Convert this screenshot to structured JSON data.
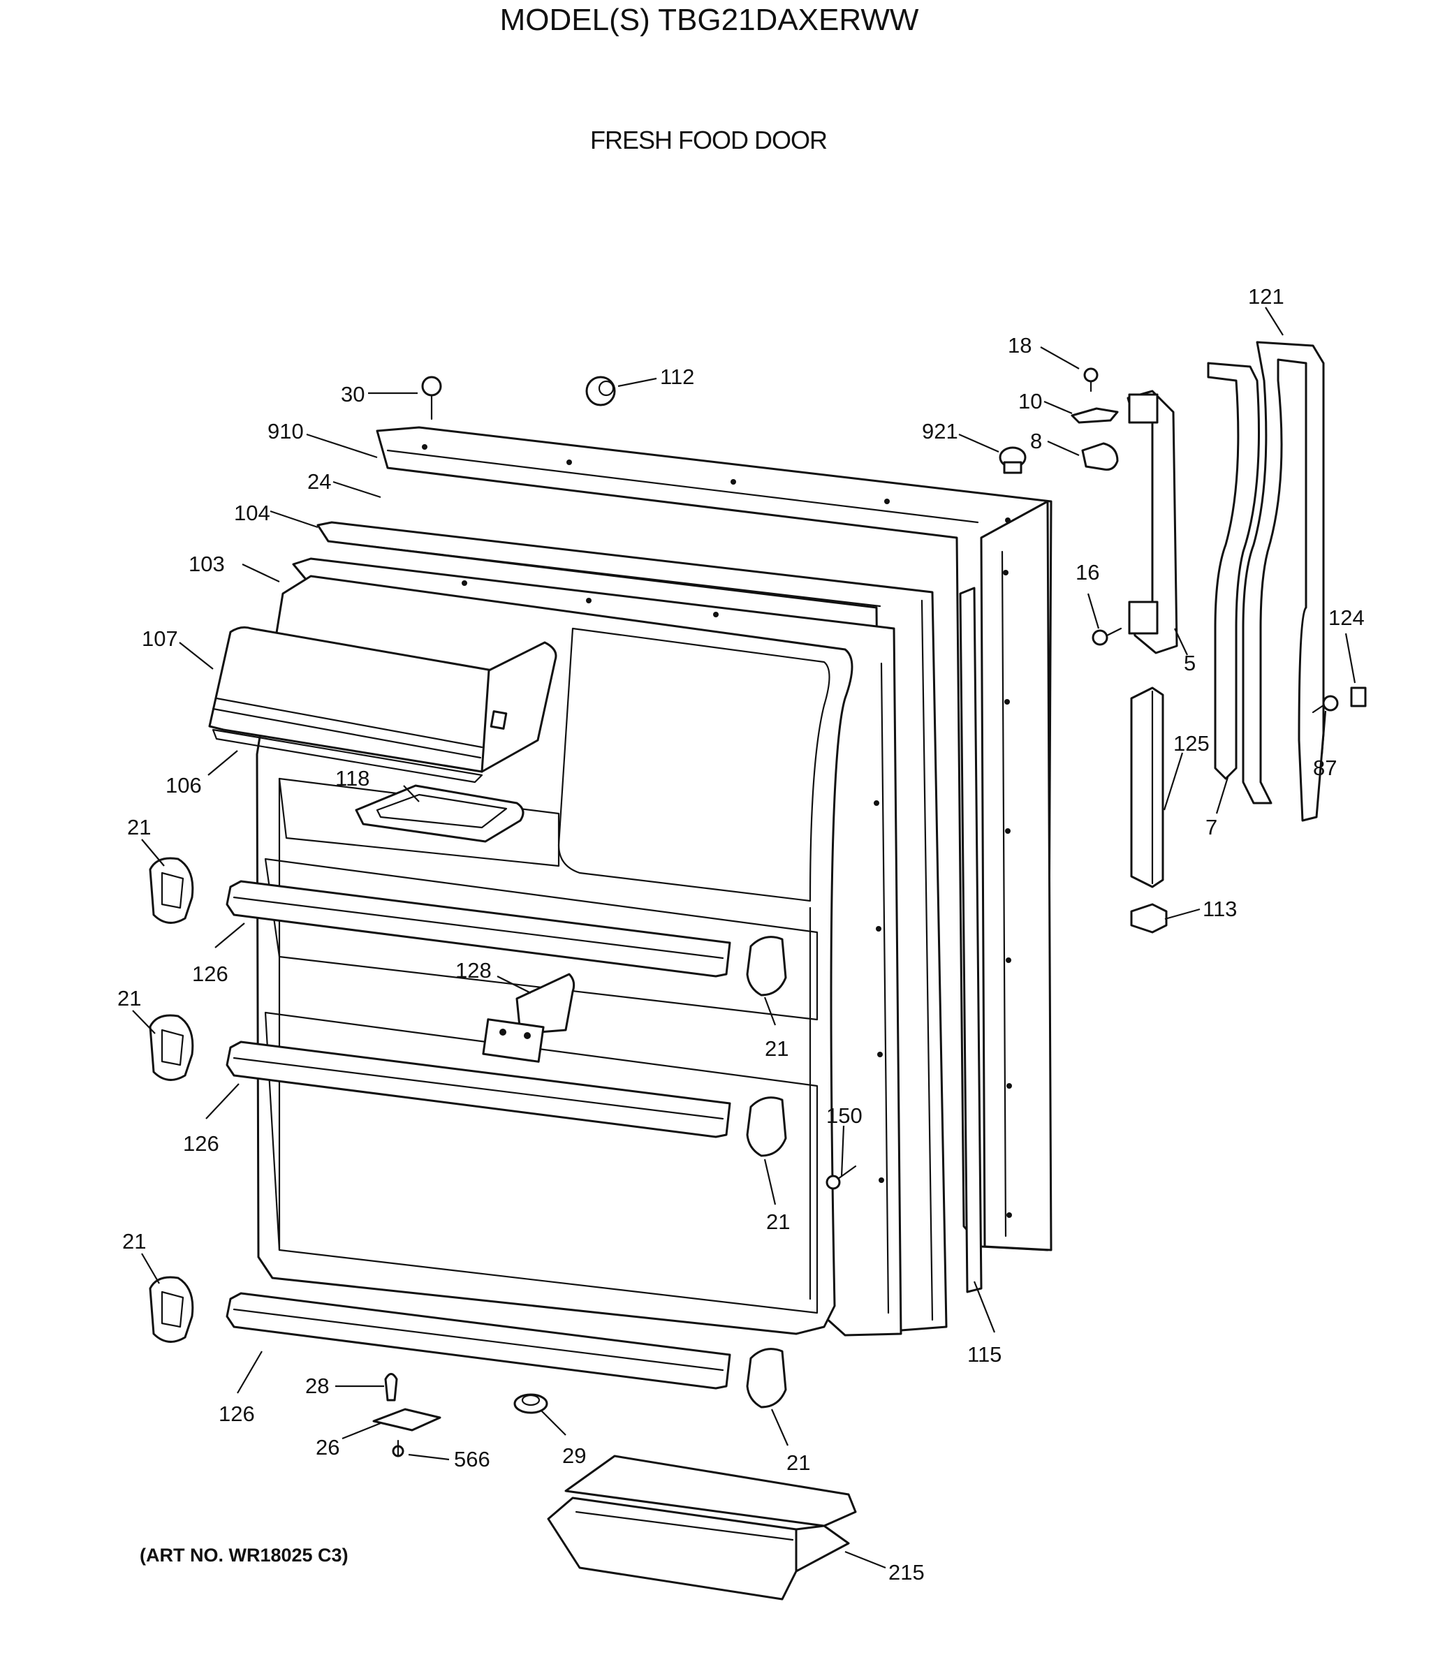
{
  "header": {
    "model_title": "MODEL(S) TBG21DAXERWW",
    "section_title": "FRESH FOOD DOOR"
  },
  "footer": {
    "art_number": "(ART NO. WR18025 C3)"
  },
  "callouts": [
    {
      "id": "c-121",
      "label": "121"
    },
    {
      "id": "c-18",
      "label": "18"
    },
    {
      "id": "c-112",
      "label": "112"
    },
    {
      "id": "c-30",
      "label": "30"
    },
    {
      "id": "c-10",
      "label": "10"
    },
    {
      "id": "c-921",
      "label": "921"
    },
    {
      "id": "c-8",
      "label": "8"
    },
    {
      "id": "c-910",
      "label": "910"
    },
    {
      "id": "c-24",
      "label": "24"
    },
    {
      "id": "c-104",
      "label": "104"
    },
    {
      "id": "c-103",
      "label": "103"
    },
    {
      "id": "c-16",
      "label": "16"
    },
    {
      "id": "c-124",
      "label": "124"
    },
    {
      "id": "c-107",
      "label": "107"
    },
    {
      "id": "c-5",
      "label": "5"
    },
    {
      "id": "c-125",
      "label": "125"
    },
    {
      "id": "c-87",
      "label": "87"
    },
    {
      "id": "c-106",
      "label": "106"
    },
    {
      "id": "c-118",
      "label": "118"
    },
    {
      "id": "c-7",
      "label": "7"
    },
    {
      "id": "c-21a",
      "label": "21"
    },
    {
      "id": "c-113",
      "label": "113"
    },
    {
      "id": "c-126a",
      "label": "126"
    },
    {
      "id": "c-128",
      "label": "128"
    },
    {
      "id": "c-21b",
      "label": "21"
    },
    {
      "id": "c-21c",
      "label": "21"
    },
    {
      "id": "c-126b",
      "label": "126"
    },
    {
      "id": "c-150",
      "label": "150"
    },
    {
      "id": "c-21d",
      "label": "21"
    },
    {
      "id": "c-21e",
      "label": "21"
    },
    {
      "id": "c-115",
      "label": "115"
    },
    {
      "id": "c-28",
      "label": "28"
    },
    {
      "id": "c-126c",
      "label": "126"
    },
    {
      "id": "c-26",
      "label": "26"
    },
    {
      "id": "c-566",
      "label": "566"
    },
    {
      "id": "c-29",
      "label": "29"
    },
    {
      "id": "c-21f",
      "label": "21"
    },
    {
      "id": "c-215",
      "label": "215"
    }
  ]
}
